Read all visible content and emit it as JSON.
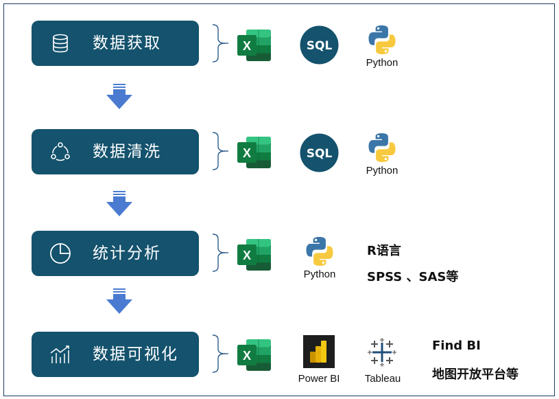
{
  "stages": [
    {
      "label": "数据获取",
      "icon": "database-icon"
    },
    {
      "label": "数据清洗",
      "icon": "cycle-icon"
    },
    {
      "label": "统计分析",
      "icon": "pie-chart-icon"
    },
    {
      "label": "数据可视化",
      "icon": "bar-trend-icon"
    }
  ],
  "tools": {
    "sql_label": "SQL",
    "excel_letter": "X",
    "python_label": "Python",
    "r_label": "R语言",
    "spss_label": "SPSS 、SAS等",
    "powerbi_label": "Power BI",
    "tableau_label": "Tableau",
    "findbi_label": "Find BI",
    "map_label": "地图开放平台等"
  },
  "colors": {
    "stage_fill": "#14526d",
    "arrow_fill": "#4a7bd1",
    "excel_green": "#1d6f42",
    "python_blue": "#3b76a8",
    "python_yellow": "#f7c93e",
    "powerbi_yellow": "#f2c811"
  }
}
